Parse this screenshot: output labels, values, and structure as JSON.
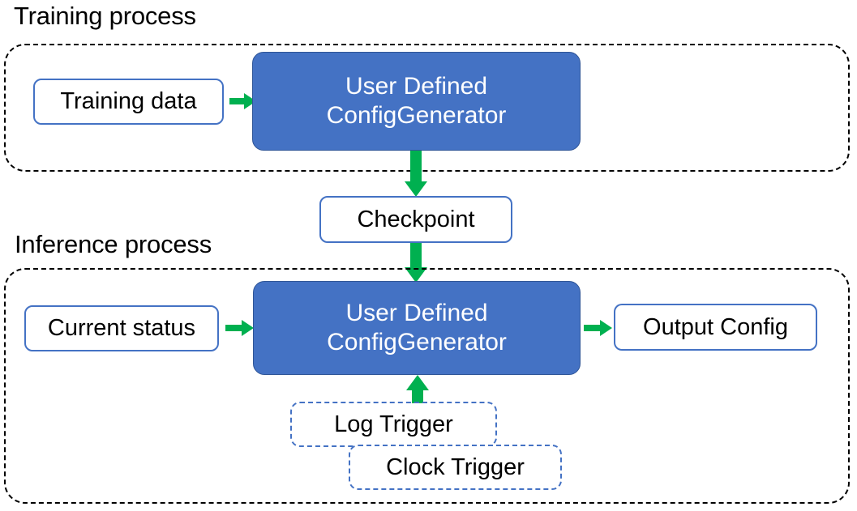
{
  "diagram": {
    "title_training": "Training process",
    "title_inference": "Inference process",
    "accent_blue": "#4472C4",
    "accent_blue_dark": "#2F5597",
    "accent_green": "#00B050",
    "outline_black": "#000000"
  },
  "training": {
    "label": "Training process",
    "input_box": "Training data",
    "process_box_line1": "User Defined",
    "process_box_line2": "ConfigGenerator"
  },
  "checkpoint": {
    "label": "Checkpoint"
  },
  "inference": {
    "label": "Inference process",
    "input_box": "Current status",
    "process_box_line1": "User Defined",
    "process_box_line2": "ConfigGenerator",
    "output_box": "Output Config",
    "trigger_log": "Log Trigger",
    "trigger_clock": "Clock Trigger"
  },
  "arrows": {
    "training_data_to_generator": "arrow-right",
    "generator_to_checkpoint": "arrow-down",
    "checkpoint_to_generator": "arrow-down",
    "current_status_to_generator": "arrow-right",
    "generator_to_output": "arrow-right",
    "triggers_to_generator": "arrow-up"
  }
}
